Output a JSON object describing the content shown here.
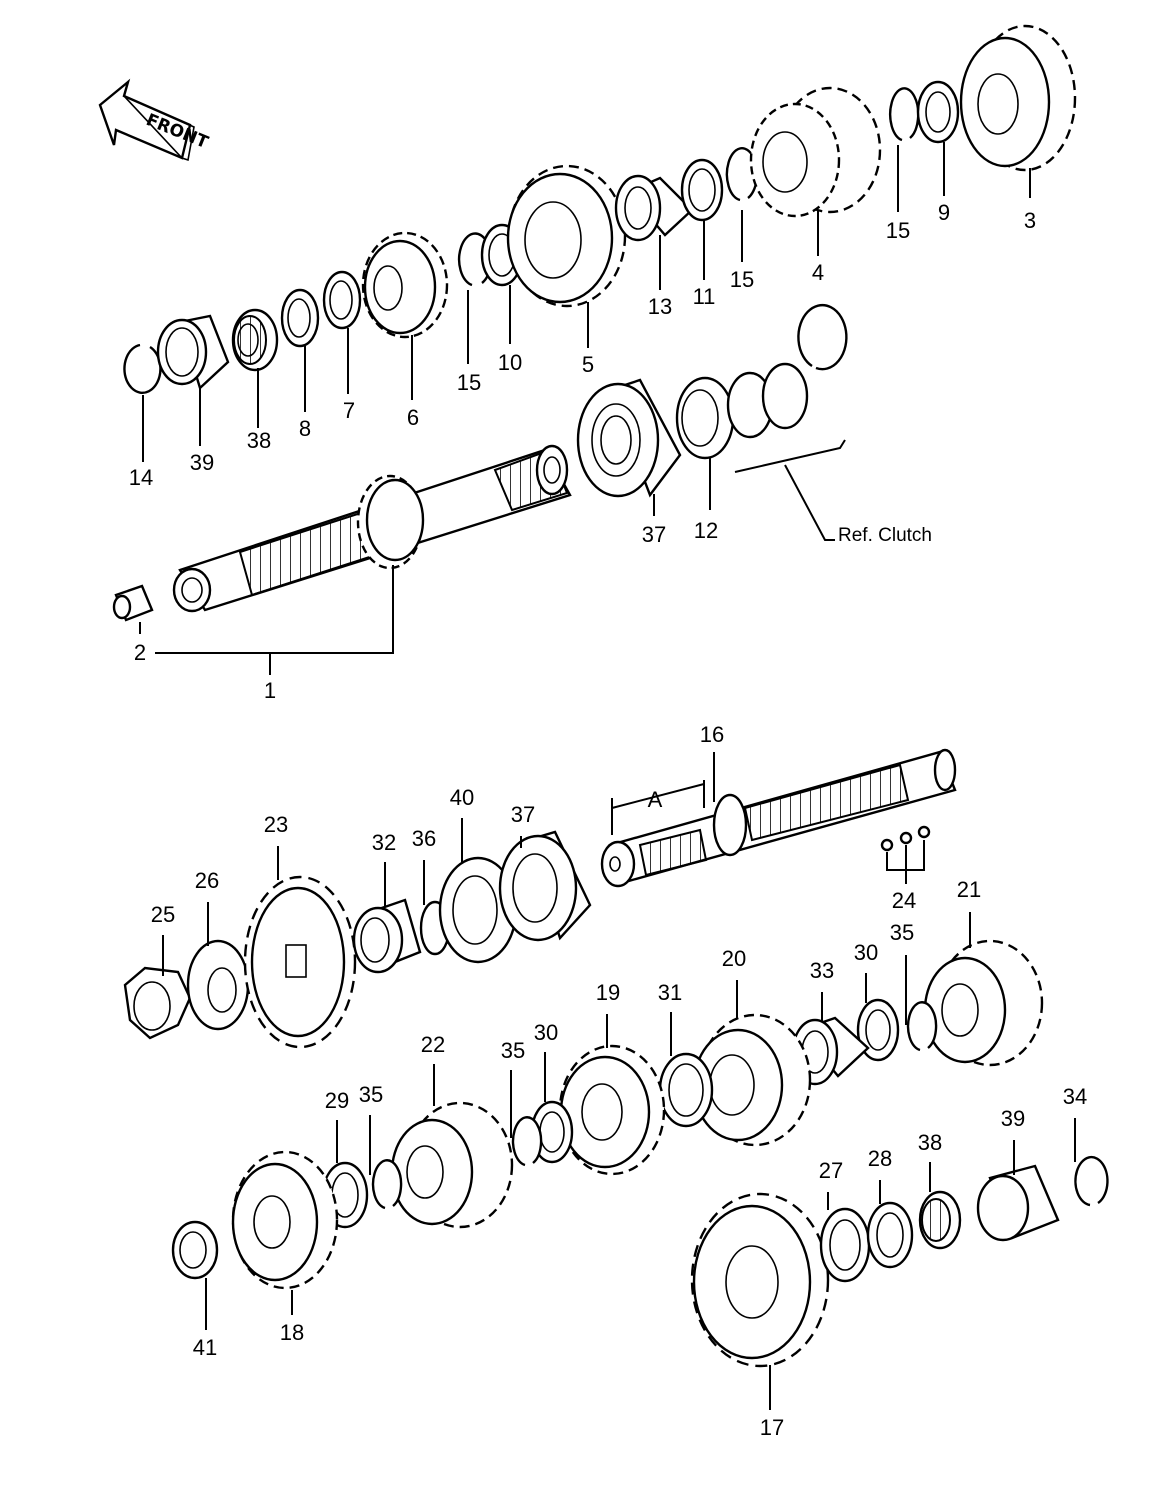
{
  "direction": "FRONT",
  "reference": "Ref. Clutch",
  "dimension": "A",
  "labels": [
    {
      "id": "l1",
      "text": "1"
    },
    {
      "id": "l2",
      "text": "2"
    },
    {
      "id": "l3",
      "text": "3"
    },
    {
      "id": "l4",
      "text": "4"
    },
    {
      "id": "l5",
      "text": "5"
    },
    {
      "id": "l6",
      "text": "6"
    },
    {
      "id": "l7",
      "text": "7"
    },
    {
      "id": "l8",
      "text": "8"
    },
    {
      "id": "l9",
      "text": "9"
    },
    {
      "id": "l10",
      "text": "10"
    },
    {
      "id": "l11",
      "text": "11"
    },
    {
      "id": "l12",
      "text": "12"
    },
    {
      "id": "l13",
      "text": "13"
    },
    {
      "id": "l14",
      "text": "14"
    },
    {
      "id": "l15a",
      "text": "15"
    },
    {
      "id": "l15b",
      "text": "15"
    },
    {
      "id": "l15c",
      "text": "15"
    },
    {
      "id": "l16",
      "text": "16"
    },
    {
      "id": "l17",
      "text": "17"
    },
    {
      "id": "l18",
      "text": "18"
    },
    {
      "id": "l19",
      "text": "19"
    },
    {
      "id": "l20",
      "text": "20"
    },
    {
      "id": "l21",
      "text": "21"
    },
    {
      "id": "l22",
      "text": "22"
    },
    {
      "id": "l23",
      "text": "23"
    },
    {
      "id": "l24",
      "text": "24"
    },
    {
      "id": "l25",
      "text": "25"
    },
    {
      "id": "l26",
      "text": "26"
    },
    {
      "id": "l27",
      "text": "27"
    },
    {
      "id": "l28",
      "text": "28"
    },
    {
      "id": "l29",
      "text": "29"
    },
    {
      "id": "l30a",
      "text": "30"
    },
    {
      "id": "l30b",
      "text": "30"
    },
    {
      "id": "l31",
      "text": "31"
    },
    {
      "id": "l32",
      "text": "32"
    },
    {
      "id": "l33",
      "text": "33"
    },
    {
      "id": "l34",
      "text": "34"
    },
    {
      "id": "l35a",
      "text": "35"
    },
    {
      "id": "l35b",
      "text": "35"
    },
    {
      "id": "l35c",
      "text": "35"
    },
    {
      "id": "l36",
      "text": "36"
    },
    {
      "id": "l37a",
      "text": "37"
    },
    {
      "id": "l37b",
      "text": "37"
    },
    {
      "id": "l38a",
      "text": "38"
    },
    {
      "id": "l38b",
      "text": "38"
    },
    {
      "id": "l39a",
      "text": "39"
    },
    {
      "id": "l39b",
      "text": "39"
    },
    {
      "id": "l40",
      "text": "40"
    },
    {
      "id": "l41",
      "text": "41"
    }
  ]
}
